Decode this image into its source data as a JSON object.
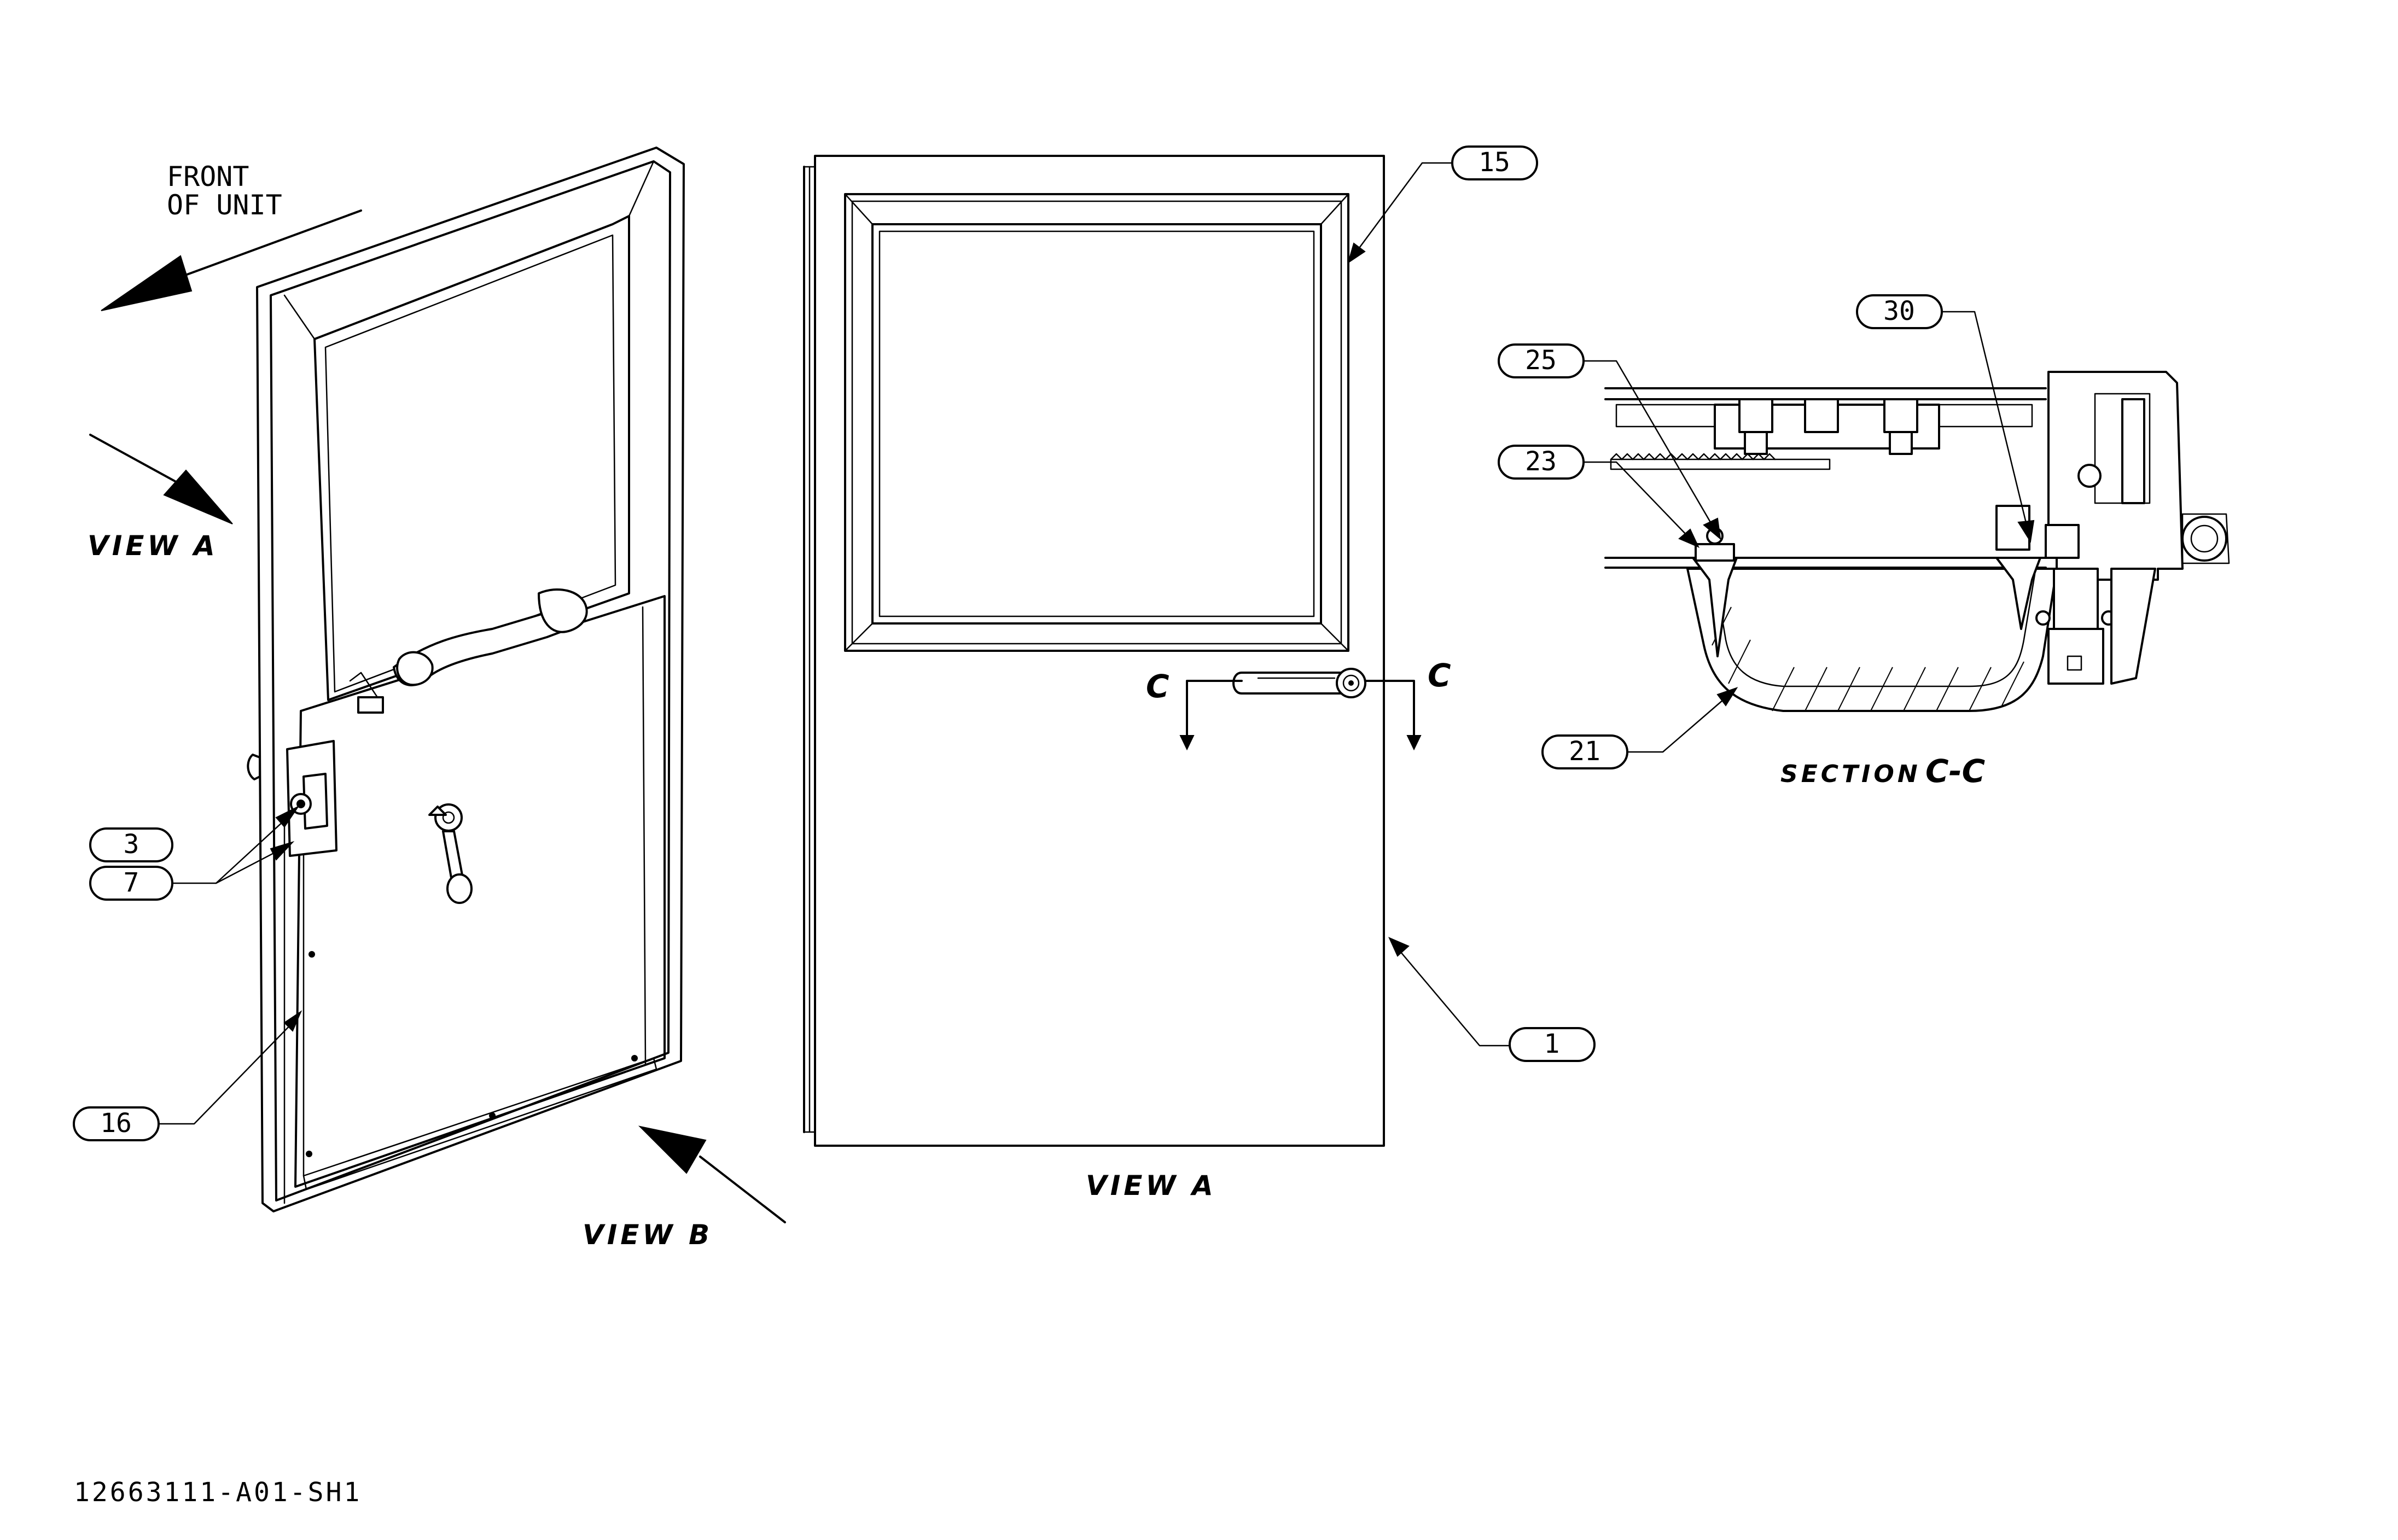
{
  "drawing_number": "12663111-A01-SH1",
  "front_note": [
    "FRONT",
    "OF UNIT"
  ],
  "view_labels": {
    "left_view_a": "VIEW A",
    "center_view_a": "VIEW A",
    "view_b": "VIEW B",
    "section_word": "SECTION",
    "section_id": "C-C"
  },
  "section_cut_marks": {
    "left": "C",
    "right": "C"
  },
  "callouts": {
    "balloon_3": "3",
    "balloon_7": "7",
    "balloon_16": "16",
    "balloon_15": "15",
    "balloon_1": "1",
    "balloon_25": "25",
    "balloon_23": "23",
    "balloon_30": "30",
    "balloon_21": "21"
  }
}
